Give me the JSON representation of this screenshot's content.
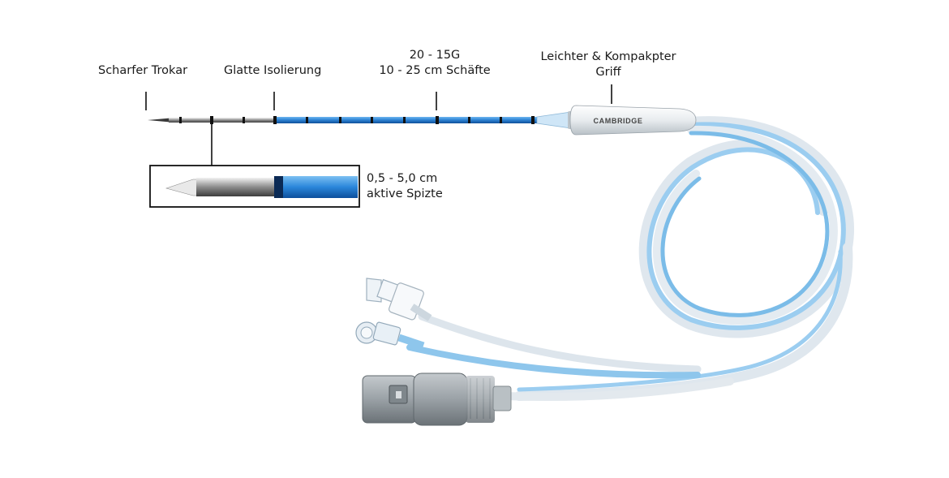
{
  "labels": {
    "trocar": "Scharfer Trokar",
    "insulation": "Glatte Isolierung",
    "gauge_line1": "20 - 15G",
    "gauge_line2": "10 - 25 cm Schäfte",
    "handle_line1": "Leichter & Kompakpter",
    "handle_line2": "Griff",
    "tip_line1": "0,5 - 5,0 cm",
    "tip_line2": "aktive Spizte"
  },
  "handle_brand": "CAMBRIDGE",
  "colors": {
    "shaft_blue": "#2f86d6",
    "tube_blue": "#8ec6ec",
    "tube_clear": "#dde6ee",
    "connector_gray": "#9aa1a6",
    "outline": "#111111"
  },
  "icons": {
    "connector": "connector-plug-icon",
    "luer": "luer-lock-icon"
  }
}
